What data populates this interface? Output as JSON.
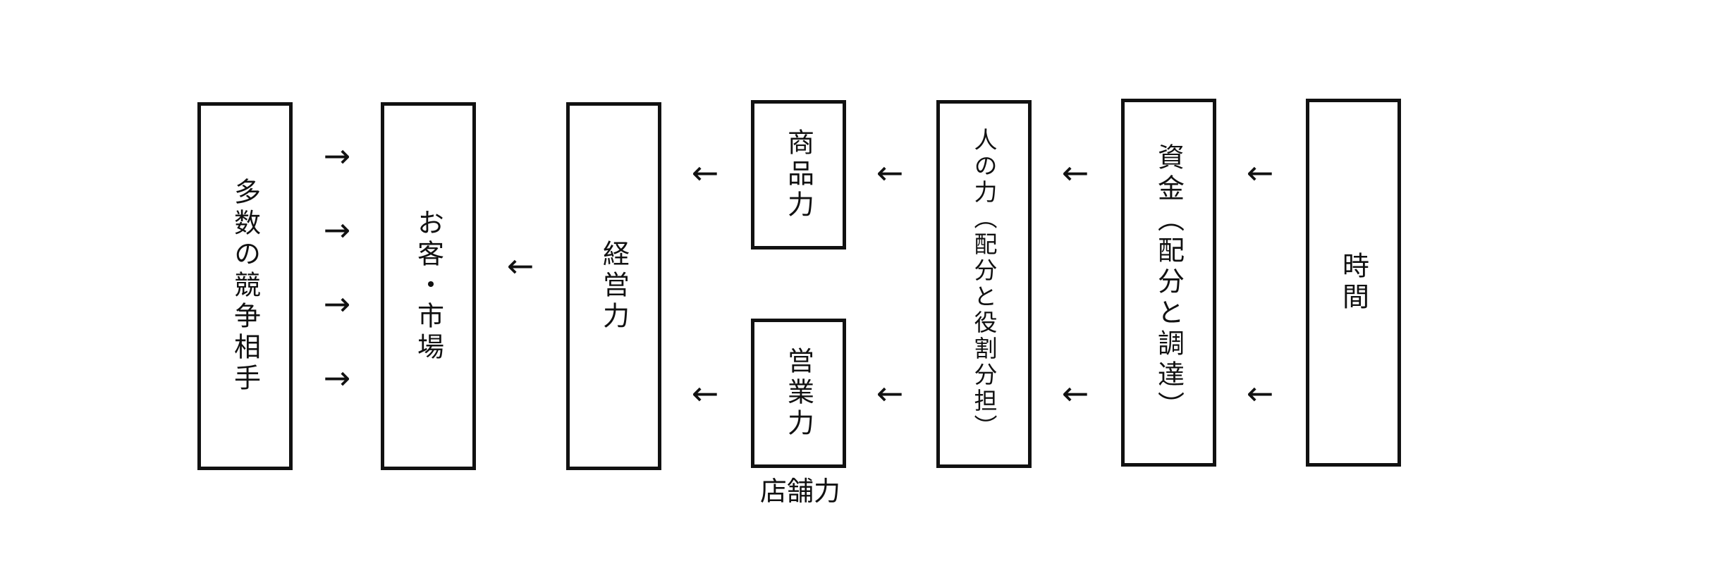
{
  "boxes": {
    "competitors": "多数の競争相手",
    "customers_market": "お客・市場",
    "management_power": "経営力",
    "product_power": "商品力",
    "sales_power": "営業力",
    "people_power": "人の力（配分と役割分担）",
    "funds": "資金（配分と調達）",
    "time": "時間"
  },
  "labels": {
    "store_power": "店舗力"
  },
  "arrows": {
    "right": "→",
    "left": "←"
  }
}
